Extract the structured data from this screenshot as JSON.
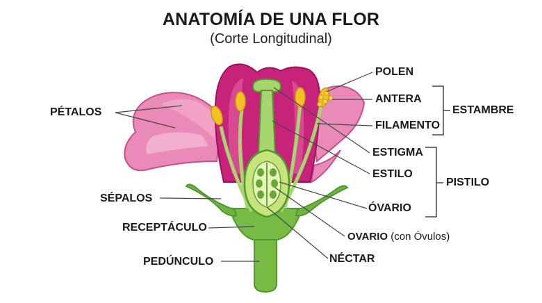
{
  "title": "ANATOMÍA DE UNA FLOR",
  "subtitle": "(Corte Longitudinal)",
  "labels": {
    "petalos": "PÉTALOS",
    "sepalos": "SÉPALOS",
    "receptaculo": "RECEPTÁCULO",
    "pedunculo": "PEDÚNCULO",
    "polen": "POLEN",
    "antera": "ANTERA",
    "filamento": "FILAMENTO",
    "estambre": "ESTAMBRE",
    "estigma": "ESTIGMA",
    "estilo": "ESTILO",
    "ovario": "ÓVARIO",
    "pistilo": "PISTILO",
    "ovario_ovulos_main": "OVARIO",
    "ovario_ovulos_suffix": "(con Óvulos)",
    "nectar": "NÉCTAR"
  },
  "colors": {
    "petal_outer": "#e98ab8",
    "petal_inner": "#c8237a",
    "petal_light": "#f5b8d4",
    "green_dark": "#4e9a2d",
    "green": "#78bb44",
    "green_light": "#a8d66e",
    "anther": "#f2c220",
    "ovary": "#d9ec9c",
    "line": "#444444"
  }
}
